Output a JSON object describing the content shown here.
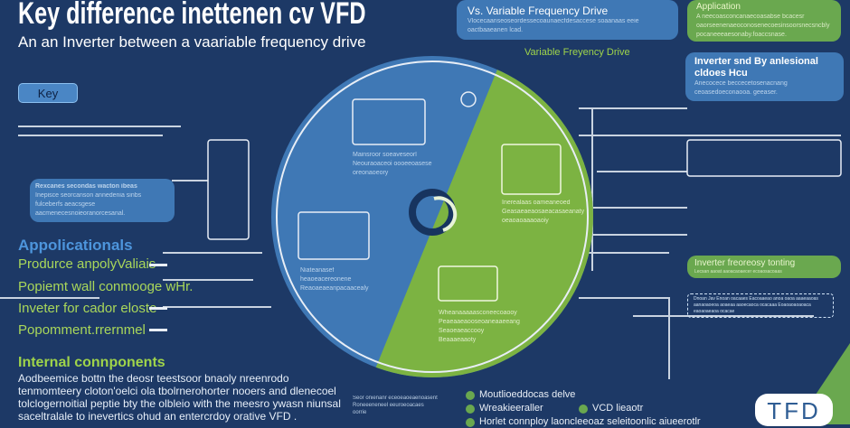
{
  "header": {
    "title": "Key difference inettenen cv VFD",
    "subtitle": "An an  Inverter between a vaariable frequency drive"
  },
  "key_label": "Key",
  "left_card": {
    "heading": "Rexcanes secondas wacton ibeas",
    "body": "Inepisce seorcanson annedenia sinbs fulceberfs aeacsgese aacmenecesnoieoranorcesanal."
  },
  "vfd_card": {
    "title": "Vs. Variable Frequency Drive",
    "body": "Vlocecaanseoseordessecoaunaecfdesaccese soaanaas eeie oactbaaeanen lcad."
  },
  "application_card": {
    "title": "Application",
    "body": "A neecoasconcanaecoasabse bcacesr oaorseenenaeoconosenecoesinsoorsnecsncbly pocaneeeaesonaby.foaccsnase."
  },
  "inverter_card": {
    "title": "Inverter snd By anlesional cldoes Hcu",
    "body": "Anecocece beccecetosenacnang ceoasedoeconaooa. geeaser."
  },
  "vfd_label": "Variable Freyency Drive",
  "freq_card": {
    "title": "Inverter freoreosy tonting",
    "body": "Lecsan aaoat aaoacaoaecer ecoaosacoaas",
    "note": "Dnoan Jav Enoan oacaaes Eacoaaeao anoa oaoa aaaeaaoas aanaoaoeoa aoaeaa aaoecaoca ocacaaa Eoaoaoaoaoaca eaoaoaeaoa ocacae"
  },
  "circle": {
    "blue_text_1": "Mainsroor soeaveseorl Neouraoaceoi oooeeoasese oreonaoeory",
    "blue_text_2": "Niateanasef heaoeacereonene Reaoaeaeanpacaacealy",
    "green_text_1": "Inerealaas oameaneoed Geasaeaeaosaeacasaeanaty oeaoaoaaaoaoiy",
    "green_text_2": "Wheanaaaaasconeecoaooy Peaeaaeaooseoaneaaeeang Seaoeaeaccooy Beaaaeaaoty"
  },
  "applications": {
    "title": "Appolicationals",
    "items": [
      "Produrce anpolyValiais",
      "Popiemt wall conmooge wHr.",
      "Inveter for cador eloste",
      "Popomment.rrernmel"
    ]
  },
  "internal": {
    "title": "Internal connponents",
    "body": "Aodbeemice bottn the deosr teestsoor bnaoly nreenrodo tenmomteery cloton'oelci ola tbolrnerohorter nooers and dlenecoel tolclogernoitial peptie bty the olbleio with the meesro ywasn niunsal saceltralale to inevertics ohud an entercrdoy orative VFD ."
  },
  "bottom": {
    "note": "Seor onienanr eceoeaoeaenoasent Roneeeneneel eeuroeoacaes oorrie",
    "bullets": [
      "Moutlioeddocas delve",
      "Wreakieeraller",
      "VCD lieaotr",
      "Horlet connploy laoncleeoaz seleitoonlic aiueerotlr"
    ]
  },
  "logo_text": "TFD",
  "colors": {
    "background": "#1d3966",
    "blue": "#3f78b5",
    "green": "#7cb342",
    "text_green": "#a9d75a"
  }
}
